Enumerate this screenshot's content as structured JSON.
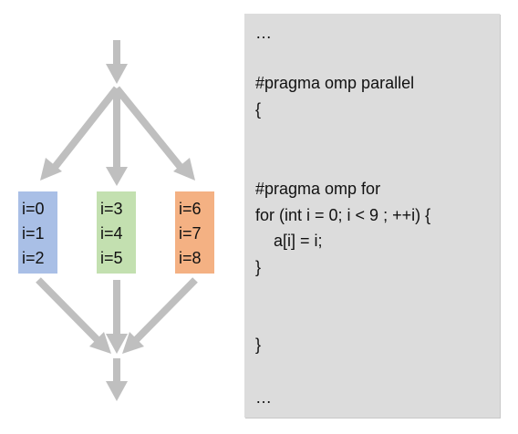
{
  "colors": {
    "arrow": "#bfbfbf",
    "thread_1": "#a9bfe6",
    "thread_2": "#c3e0b0",
    "thread_3": "#f4b183",
    "code_background": "#dcdcdc",
    "text": "#111111"
  },
  "threads": [
    {
      "iterations": [
        "i=0",
        "i=1",
        "i=2"
      ]
    },
    {
      "iterations": [
        "i=3",
        "i=4",
        "i=5"
      ]
    },
    {
      "iterations": [
        "i=6",
        "i=7",
        "i=8"
      ]
    }
  ],
  "code": {
    "lines": [
      "…",
      "#pragma omp parallel",
      "{",
      "#pragma omp for",
      "for (int i = 0; i < 9 ; ++i) {",
      "    a[i] = i;",
      "}",
      "}",
      "…"
    ]
  }
}
